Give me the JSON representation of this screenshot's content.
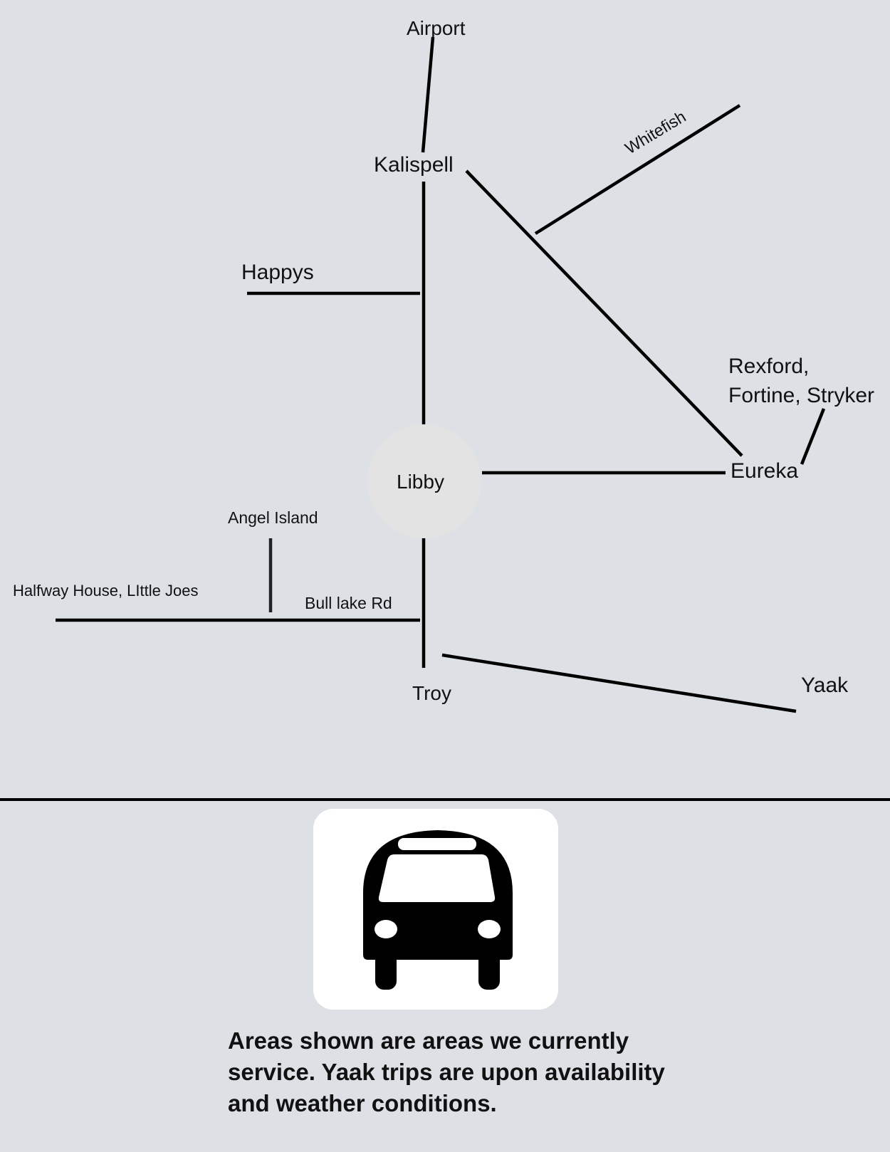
{
  "diagram": {
    "hub": {
      "label": "Libby"
    },
    "places": {
      "airport": "Airport",
      "kalispell": "Kalispell",
      "whitefish": "Whitefish",
      "happys": "Happys",
      "rexford_line1": "Rexford,",
      "rexford_line2": "Fortine, Stryker",
      "eureka": "Eureka",
      "angel_island": "Angel Island",
      "halfway_house": "Halfway House, LIttle Joes",
      "bull_lake_rd": "Bull lake Rd",
      "troy": "Troy",
      "yaak": "Yaak"
    }
  },
  "legend": {
    "icon": "bus-icon",
    "note": "Areas shown are areas we currently service. Yaak trips are upon availability and weather conditions."
  }
}
